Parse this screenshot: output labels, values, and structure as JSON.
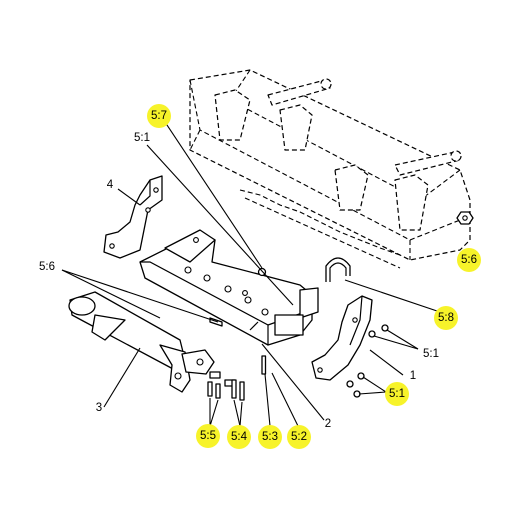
{
  "diagram": {
    "highlight_color": "#f7f32a",
    "callouts": {
      "c57": "5:7",
      "c51_top": "5:1",
      "c4": "4",
      "c56_left": "5:6",
      "c56_right": "5:6",
      "c58": "5:8",
      "c51_right": "5:1",
      "c1": "1",
      "c51_bottom": "5:1",
      "c3": "3",
      "c2": "2",
      "c55": "5:5",
      "c54": "5:4",
      "c53": "5:3",
      "c52": "5:2"
    }
  }
}
